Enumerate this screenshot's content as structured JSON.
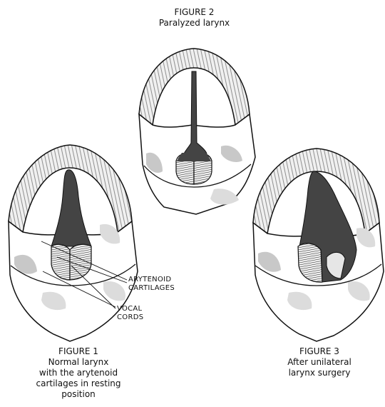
{
  "figure2": {
    "title": "FIGURE 2",
    "caption": "Paralyzed larynx"
  },
  "figure1": {
    "title": "FIGURE 1",
    "caption_lines": [
      "Normal larynx",
      "with the arytenoid",
      "cartilages in resting",
      "position"
    ]
  },
  "figure3": {
    "title": "FIGURE 3",
    "caption_lines": [
      "After unilateral",
      "larynx surgery"
    ]
  },
  "labels": {
    "arytenoid_1": "ARYTENOID",
    "arytenoid_2": "CARTILAGES",
    "vocal_1": "VOCAL",
    "vocal_2": "CORDS"
  },
  "colors": {
    "outline": "#111111",
    "glottis": "#555555",
    "shade": "#c8c8c8",
    "light": "#e6e6e6"
  }
}
